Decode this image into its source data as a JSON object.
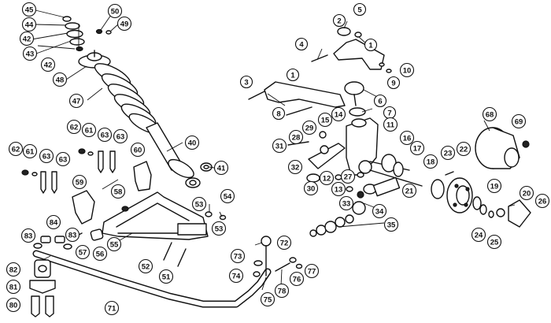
{
  "colors": {
    "ink": "#111111",
    "paper": "#ffffff"
  },
  "callouts": [
    {
      "id": "c45",
      "label": "45"
    },
    {
      "id": "c44",
      "label": "44"
    },
    {
      "id": "c42a",
      "label": "42"
    },
    {
      "id": "c43",
      "label": "43"
    },
    {
      "id": "c42b",
      "label": "42"
    },
    {
      "id": "c48",
      "label": "48"
    },
    {
      "id": "c50",
      "label": "50"
    },
    {
      "id": "c49",
      "label": "49"
    },
    {
      "id": "c47",
      "label": "47"
    },
    {
      "id": "c40",
      "label": "40"
    },
    {
      "id": "c41",
      "label": "41"
    },
    {
      "id": "c62a",
      "label": "62"
    },
    {
      "id": "c61a",
      "label": "61"
    },
    {
      "id": "c63a",
      "label": "63"
    },
    {
      "id": "c63b",
      "label": "63"
    },
    {
      "id": "c62b",
      "label": "62"
    },
    {
      "id": "c61b",
      "label": "61"
    },
    {
      "id": "c63c",
      "label": "63"
    },
    {
      "id": "c63d",
      "label": "63"
    },
    {
      "id": "c60",
      "label": "60"
    },
    {
      "id": "c59",
      "label": "59"
    },
    {
      "id": "c58",
      "label": "58"
    },
    {
      "id": "c53a",
      "label": "53"
    },
    {
      "id": "c54",
      "label": "54"
    },
    {
      "id": "c53b",
      "label": "53"
    },
    {
      "id": "c84",
      "label": "84"
    },
    {
      "id": "c83a",
      "label": "83"
    },
    {
      "id": "c83b",
      "label": "83"
    },
    {
      "id": "c57",
      "label": "57"
    },
    {
      "id": "c56",
      "label": "56"
    },
    {
      "id": "c55",
      "label": "55"
    },
    {
      "id": "c52",
      "label": "52"
    },
    {
      "id": "c51",
      "label": "51"
    },
    {
      "id": "c72",
      "label": "72"
    },
    {
      "id": "c73",
      "label": "73"
    },
    {
      "id": "c74",
      "label": "74"
    },
    {
      "id": "c75",
      "label": "75"
    },
    {
      "id": "c78",
      "label": "78"
    },
    {
      "id": "c76",
      "label": "76"
    },
    {
      "id": "c77",
      "label": "77"
    },
    {
      "id": "c82",
      "label": "82"
    },
    {
      "id": "c81",
      "label": "81"
    },
    {
      "id": "c80",
      "label": "80"
    },
    {
      "id": "c71",
      "label": "71"
    },
    {
      "id": "c2",
      "label": "2"
    },
    {
      "id": "c5",
      "label": "5"
    },
    {
      "id": "c1a",
      "label": "1"
    },
    {
      "id": "c4",
      "label": "4"
    },
    {
      "id": "c9",
      "label": "9"
    },
    {
      "id": "c10",
      "label": "10"
    },
    {
      "id": "c1b",
      "label": "1"
    },
    {
      "id": "c3",
      "label": "3"
    },
    {
      "id": "c6",
      "label": "6"
    },
    {
      "id": "c8",
      "label": "8"
    },
    {
      "id": "c14",
      "label": "14"
    },
    {
      "id": "c7",
      "label": "7"
    },
    {
      "id": "c15",
      "label": "15"
    },
    {
      "id": "c11",
      "label": "11"
    },
    {
      "id": "c29",
      "label": "29"
    },
    {
      "id": "c28",
      "label": "28"
    },
    {
      "id": "c31",
      "label": "31"
    },
    {
      "id": "c16",
      "label": "16"
    },
    {
      "id": "c17",
      "label": "17"
    },
    {
      "id": "c32",
      "label": "32"
    },
    {
      "id": "c12",
      "label": "12"
    },
    {
      "id": "c30",
      "label": "30"
    },
    {
      "id": "c13",
      "label": "13"
    },
    {
      "id": "c27",
      "label": "27"
    },
    {
      "id": "c18",
      "label": "18"
    },
    {
      "id": "c21",
      "label": "21"
    },
    {
      "id": "c33",
      "label": "33"
    },
    {
      "id": "c34",
      "label": "34"
    },
    {
      "id": "c35",
      "label": "35"
    },
    {
      "id": "c68",
      "label": "68"
    },
    {
      "id": "c69",
      "label": "69"
    },
    {
      "id": "c23",
      "label": "23"
    },
    {
      "id": "c22",
      "label": "22"
    },
    {
      "id": "c19",
      "label": "19"
    },
    {
      "id": "c20",
      "label": "20"
    },
    {
      "id": "c26",
      "label": "26"
    },
    {
      "id": "c24",
      "label": "24"
    },
    {
      "id": "c25",
      "label": "25"
    }
  ]
}
